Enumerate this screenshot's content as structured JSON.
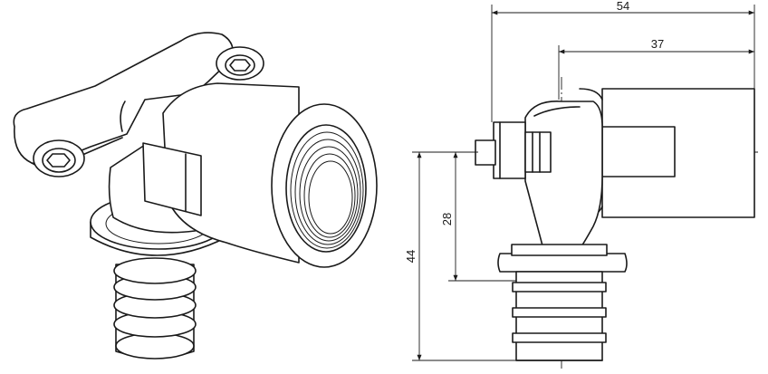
{
  "dimensions": {
    "overall_width": "54",
    "outlet_depth": "37",
    "overall_height": "44",
    "centre_height": "28"
  }
}
